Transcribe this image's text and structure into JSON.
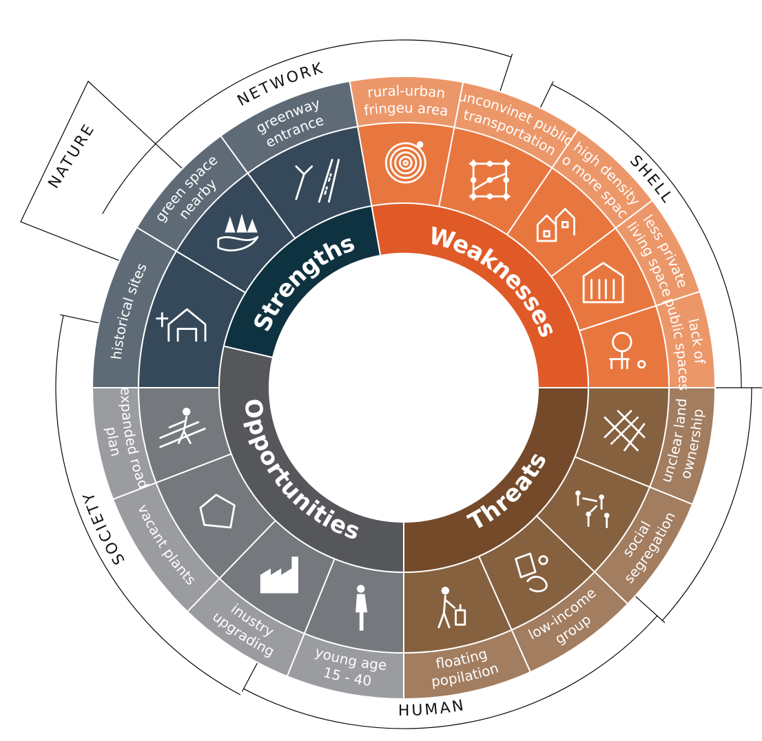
{
  "diagram": {
    "quadrants": [
      {
        "key": "strengths",
        "label": "Strengths",
        "color": "#0f3240"
      },
      {
        "key": "weaknesses",
        "label": "Weaknesses",
        "color": "#e05a28"
      },
      {
        "key": "threats",
        "label": "Threats",
        "color": "#744a2a"
      },
      {
        "key": "opportunities",
        "label": "Opportunities",
        "color": "#55575b"
      }
    ],
    "colors": {
      "strengths_icon": "#36495a",
      "strengths_label": "#5e6b77",
      "weaknesses_icon": "#e8773f",
      "weaknesses_label": "#ec9769",
      "threats_icon": "#86613f",
      "threats_label": "#a27d60",
      "opportunities_icon": "#75787c",
      "opportunities_label": "#9a9c9f"
    },
    "segments": [
      {
        "quadrant": "strengths",
        "label": [
          "historical sites"
        ],
        "icon": "church-icon"
      },
      {
        "quadrant": "strengths",
        "label": [
          "green space",
          "nearby"
        ],
        "icon": "forest-lake-icon"
      },
      {
        "quadrant": "strengths",
        "label": [
          "greenway",
          "entrance"
        ],
        "icon": "greenway-road-icon"
      },
      {
        "quadrant": "weaknesses",
        "label": [
          "rural-urban",
          "fringeu area"
        ],
        "icon": "concentric-circles-icon"
      },
      {
        "quadrant": "weaknesses",
        "label": [
          "unconvinet public",
          "transportation"
        ],
        "icon": "transit-map-icon"
      },
      {
        "quadrant": "weaknesses",
        "label": [
          "high density",
          "no more space"
        ],
        "icon": "houses-icon"
      },
      {
        "quadrant": "weaknesses",
        "label": [
          "less private",
          "living space"
        ],
        "icon": "bedroom-icon"
      },
      {
        "quadrant": "weaknesses",
        "label": [
          "lack of",
          "public spaces"
        ],
        "icon": "park-bench-icon"
      },
      {
        "quadrant": "threats",
        "label": [
          "unclear land",
          "ownership"
        ],
        "icon": "overlapping-lots-icon"
      },
      {
        "quadrant": "threats",
        "label": [
          "social",
          "segregation"
        ],
        "icon": "people-apart-icon"
      },
      {
        "quadrant": "threats",
        "label": [
          "low-income",
          "group"
        ],
        "icon": "begging-hands-icon"
      },
      {
        "quadrant": "threats",
        "label": [
          "floating",
          "popilation"
        ],
        "icon": "traveler-luggage-icon"
      },
      {
        "quadrant": "opportunities",
        "label": [
          "young age",
          "15 - 40"
        ],
        "icon": "young-woman-icon"
      },
      {
        "quadrant": "opportunities",
        "label": [
          "inustry",
          "upgrading"
        ],
        "icon": "factory-icon"
      },
      {
        "quadrant": "opportunities",
        "label": [
          "vacant plants"
        ],
        "icon": "vacant-lot-icon"
      },
      {
        "quadrant": "opportunities",
        "label": [
          "expanded road",
          "plan"
        ],
        "icon": "road-worker-icon"
      }
    ],
    "outer_rings": [
      {
        "label": "NETWORK"
      },
      {
        "label": "SHELL"
      },
      {
        "label": "SOCIETY"
      },
      {
        "label": "NATURE"
      },
      {
        "label": "HUMAN"
      }
    ]
  }
}
